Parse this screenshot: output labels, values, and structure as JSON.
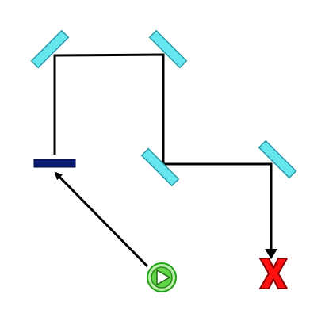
{
  "puzzle": {
    "colors": {
      "beam": "#000000",
      "mirror_fill": "#66e6ee",
      "mirror_stroke": "#2a9aa6",
      "splitter_fill": "#0a1a6e",
      "source_fill": "#63d44a",
      "source_ring": "#22a018",
      "target_fill": "#ff1111",
      "target_stroke": "#8a0000"
    },
    "source": {
      "kind": "laser-source",
      "icon": "play-triangle-in-circle"
    },
    "target": {
      "kind": "target",
      "icon": "red-x"
    },
    "mirrors": [
      {
        "id": "mirror-1",
        "orientation": "slash"
      },
      {
        "id": "mirror-2",
        "orientation": "backslash"
      },
      {
        "id": "mirror-3",
        "orientation": "backslash"
      },
      {
        "id": "mirror-4",
        "orientation": "backslash"
      }
    ],
    "splitter": {
      "id": "horizontal-block",
      "orientation": "horizontal"
    }
  }
}
